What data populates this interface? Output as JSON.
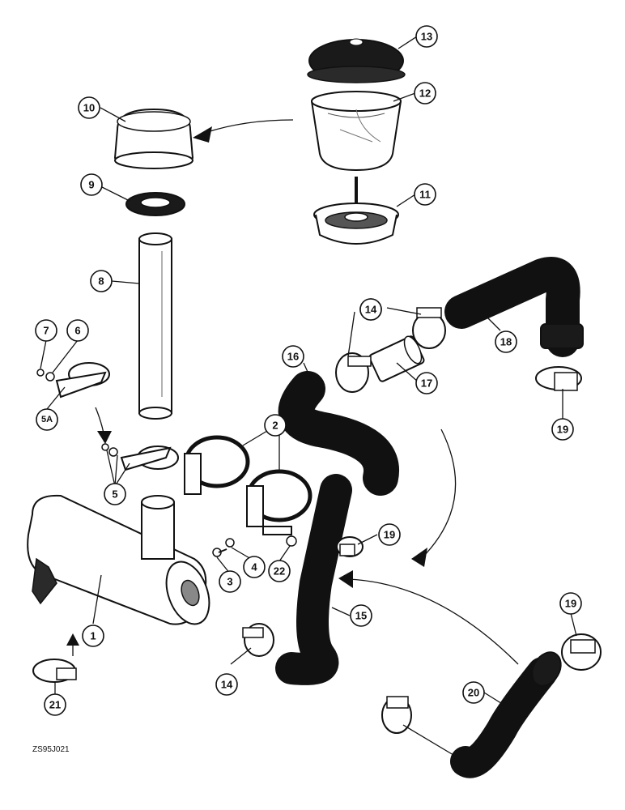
{
  "drawing_code": "ZS95J021",
  "callouts": [
    {
      "label": "1"
    },
    {
      "label": "2"
    },
    {
      "label": "3"
    },
    {
      "label": "4"
    },
    {
      "label": "5"
    },
    {
      "label": "5A"
    },
    {
      "label": "6"
    },
    {
      "label": "7"
    },
    {
      "label": "8"
    },
    {
      "label": "9"
    },
    {
      "label": "10"
    },
    {
      "label": "11"
    },
    {
      "label": "12"
    },
    {
      "label": "13"
    },
    {
      "label": "14"
    },
    {
      "label": "14"
    },
    {
      "label": "14"
    },
    {
      "label": "15"
    },
    {
      "label": "16"
    },
    {
      "label": "17"
    },
    {
      "label": "18"
    },
    {
      "label": "19"
    },
    {
      "label": "19"
    },
    {
      "label": "19"
    },
    {
      "label": "20"
    },
    {
      "label": "21"
    },
    {
      "label": "22"
    }
  ]
}
